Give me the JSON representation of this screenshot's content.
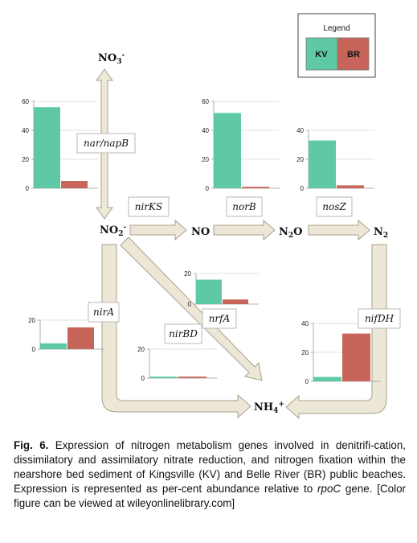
{
  "legend": {
    "title": "Legend",
    "kv_label": "KV",
    "br_label": "BR"
  },
  "colors": {
    "kv": "#5fc9a6",
    "br": "#c8655a",
    "arrow_fill": "#ece7d6",
    "arrow_stroke": "#aaa28a"
  },
  "compounds": {
    "no3": "NO3-",
    "no2": "NO2-",
    "no": "NO",
    "n2o": "N2O",
    "n2": "N2",
    "nh4": "NH4+"
  },
  "genes": {
    "nar": "nar/napB",
    "nirks": "nirKS",
    "norb": "norB",
    "nosz": "nosZ",
    "nira": "nirA",
    "nirbd": "nirBD",
    "nrfa": "nrfA",
    "nifdh": "nifDH"
  },
  "chart_data": [
    {
      "type": "bar",
      "gene": "nar/napB",
      "categories": [
        "KV",
        "BR"
      ],
      "values": [
        56,
        5
      ],
      "ylim": [
        0,
        60
      ],
      "yticks": [
        0,
        20,
        40,
        60
      ]
    },
    {
      "type": "bar",
      "gene": "norB",
      "categories": [
        "KV",
        "BR"
      ],
      "values": [
        52,
        1
      ],
      "ylim": [
        0,
        60
      ],
      "yticks": [
        0,
        20,
        40,
        60
      ]
    },
    {
      "type": "bar",
      "gene": "nosZ",
      "categories": [
        "KV",
        "BR"
      ],
      "values": [
        33,
        2
      ],
      "ylim": [
        0,
        40
      ],
      "yticks": [
        0,
        20,
        40
      ]
    },
    {
      "type": "bar",
      "gene": "nrfA",
      "categories": [
        "KV",
        "BR"
      ],
      "values": [
        16,
        3
      ],
      "ylim": [
        0,
        20
      ],
      "yticks": [
        0,
        20
      ]
    },
    {
      "type": "bar",
      "gene": "nirA",
      "categories": [
        "KV",
        "BR"
      ],
      "values": [
        4,
        15
      ],
      "ylim": [
        0,
        20
      ],
      "yticks": [
        0,
        20
      ]
    },
    {
      "type": "bar",
      "gene": "nirBD",
      "categories": [
        "KV",
        "BR"
      ],
      "values": [
        1,
        1
      ],
      "ylim": [
        0,
        20
      ],
      "yticks": [
        0,
        20
      ]
    },
    {
      "type": "bar",
      "gene": "nifDH",
      "categories": [
        "KV",
        "BR"
      ],
      "values": [
        3,
        33
      ],
      "ylim": [
        0,
        40
      ],
      "yticks": [
        0,
        20,
        40
      ]
    }
  ],
  "caption": {
    "label": "Fig. 6.",
    "part1": " Expression of nitrogen metabolism genes involved in denitrifi-cation, dissimilatory and assimilatory nitrate reduction, and nitrogen fixation within the nearshore bed sediment of Kingsville (KV) and Belle River (BR) public beaches. Expression is represented as per-cent abundance relative to ",
    "gene": "rpoC",
    "part2": " gene. [Color figure can be viewed at wileyonlinelibrary.com]"
  }
}
